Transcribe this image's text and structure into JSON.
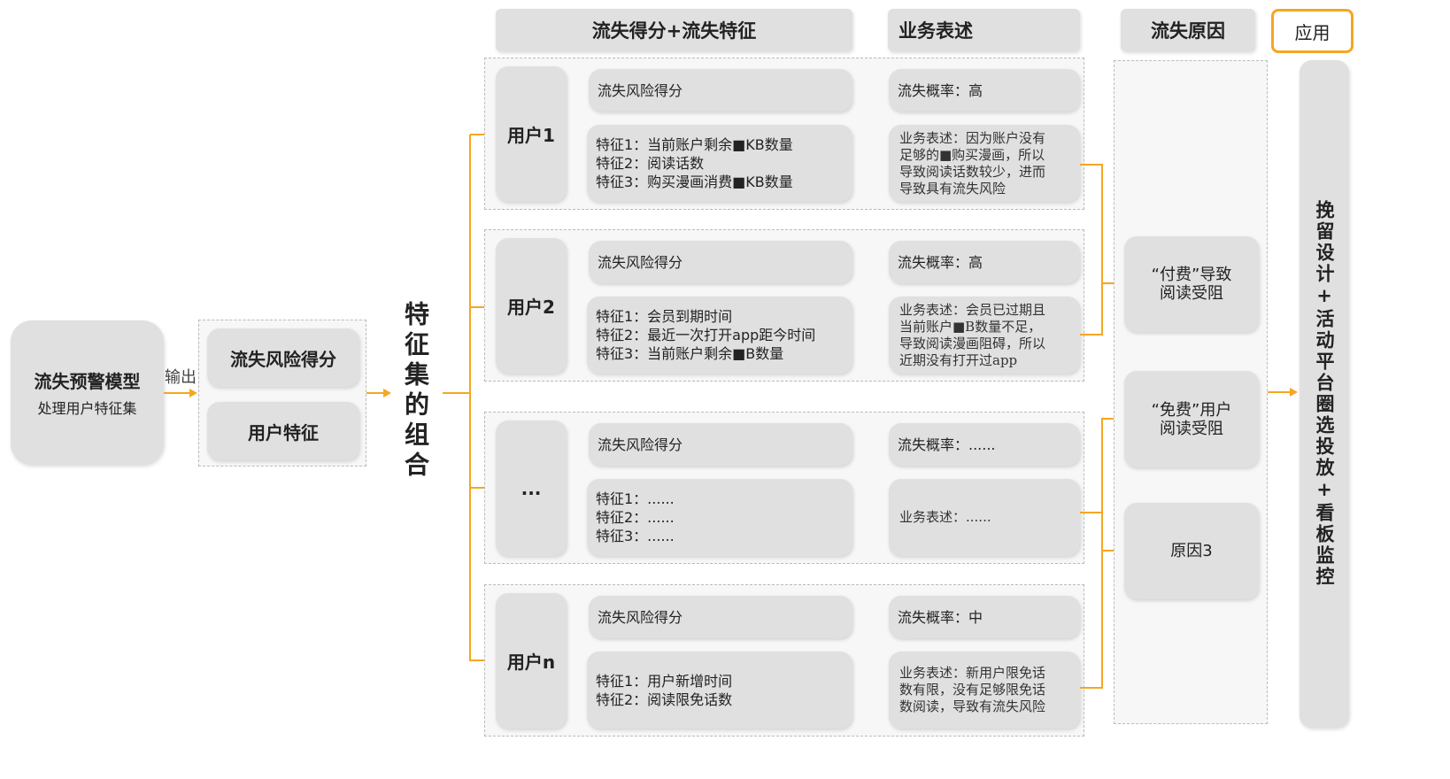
{
  "model": {
    "title": "流失预警模型",
    "subtitle": "处理用户特征集",
    "output_label": "输出"
  },
  "outputs": [
    "流失风险得分",
    "用户特征"
  ],
  "combine_label": "特征集的组合",
  "headers": {
    "score_features": "流失得分+流失特征",
    "business": "业务表述",
    "reason": "流失原因",
    "application": "应用"
  },
  "users": [
    {
      "name": "用户1",
      "score": "流失风险得分",
      "features": [
        "特征1：当前账户剩余■KB数量",
        "特征2：阅读话数",
        "特征3：购买漫画消费■KB数量"
      ],
      "prob": "流失概率：高",
      "desc": [
        "业务表述：因为账户没有",
        "足够的■购买漫画，所以",
        "导致阅读话数较少，进而",
        "导致具有流失风险"
      ]
    },
    {
      "name": "用户2",
      "score": "流失风险得分",
      "features": [
        "特征1：会员到期时间",
        "特征2：最近一次打开app距今时间",
        "特征3：当前账户剩余■B数量"
      ],
      "prob": "流失概率：高",
      "desc": [
        "业务表述：会员已过期且",
        "当前账户■B数量不足，",
        "导致阅读漫画阻碍，所以",
        "近期没有打开过app"
      ]
    },
    {
      "name": "...",
      "score": "流失风险得分",
      "features": [
        "特征1：......",
        "特征2：......",
        "特征3：......"
      ],
      "prob": "流失概率：......",
      "desc": [
        "业务表述：......"
      ]
    },
    {
      "name": "用户n",
      "score": "流失风险得分",
      "features": [
        "特征1：用户新增时间",
        "特征2：阅读限免话数"
      ],
      "prob": "流失概率：中",
      "desc": [
        "业务表述：新用户限免话",
        "数有限，没有足够限免话",
        "数阅读，导致有流失风险"
      ]
    }
  ],
  "reasons": [
    "“付费”导致阅读受阻",
    "“免费”用户阅读受阻",
    "原因3"
  ],
  "application_text": "挽留设计+活动平台圈选投放+看板监控",
  "colors": {
    "accent": "#f5a623",
    "box": "#e0e0e0"
  }
}
